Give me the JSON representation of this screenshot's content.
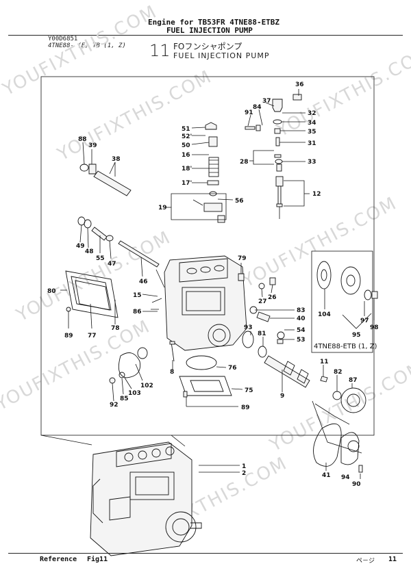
{
  "header": {
    "line1": "Engine for TB53FR  4TNE88-ETBZ",
    "line2": "FUEL INJECTION PUMP",
    "catalog_code": "Y00D6851",
    "model_variant": "4TNE88- (E) TB (1, Z)",
    "section_number": "11",
    "section_title_jp": "FOフンシャポンプ",
    "section_title_en": "FUEL INJECTION PUMP"
  },
  "callouts": [
    {
      "id": "36",
      "label": "36"
    },
    {
      "id": "37",
      "label": "37"
    },
    {
      "id": "84",
      "label": "84"
    },
    {
      "id": "91",
      "label": "91"
    },
    {
      "id": "32",
      "label": "32"
    },
    {
      "id": "34",
      "label": "34"
    },
    {
      "id": "35",
      "label": "35"
    },
    {
      "id": "31",
      "label": "31"
    },
    {
      "id": "28",
      "label": "28"
    },
    {
      "id": "33",
      "label": "33"
    },
    {
      "id": "12",
      "label": "12"
    },
    {
      "id": "51",
      "label": "51"
    },
    {
      "id": "52",
      "label": "52'"
    },
    {
      "id": "50",
      "label": "50"
    },
    {
      "id": "16",
      "label": "16"
    },
    {
      "id": "18",
      "label": "18'"
    },
    {
      "id": "17",
      "label": "17'"
    },
    {
      "id": "56",
      "label": "56"
    },
    {
      "id": "19",
      "label": "19"
    },
    {
      "id": "88",
      "label": "88"
    },
    {
      "id": "39",
      "label": "39"
    },
    {
      "id": "38",
      "label": "38"
    },
    {
      "id": "49",
      "label": "49"
    },
    {
      "id": "48",
      "label": "48"
    },
    {
      "id": "55",
      "label": "55"
    },
    {
      "id": "47",
      "label": "47"
    },
    {
      "id": "46",
      "label": "46"
    },
    {
      "id": "80",
      "label": "80"
    },
    {
      "id": "15",
      "label": "15"
    },
    {
      "id": "86",
      "label": "86"
    },
    {
      "id": "89a",
      "label": "89"
    },
    {
      "id": "77",
      "label": "77"
    },
    {
      "id": "78",
      "label": "78"
    },
    {
      "id": "79",
      "label": "79"
    },
    {
      "id": "27",
      "label": "27"
    },
    {
      "id": "26",
      "label": "26"
    },
    {
      "id": "83",
      "label": "83"
    },
    {
      "id": "40",
      "label": "40"
    },
    {
      "id": "93",
      "label": "93"
    },
    {
      "id": "54",
      "label": "54"
    },
    {
      "id": "81",
      "label": "81"
    },
    {
      "id": "53",
      "label": "53"
    },
    {
      "id": "104",
      "label": "104"
    },
    {
      "id": "97",
      "label": "97"
    },
    {
      "id": "98",
      "label": "98"
    },
    {
      "id": "95",
      "label": "95"
    },
    {
      "id": "8",
      "label": "8"
    },
    {
      "id": "76",
      "label": "76"
    },
    {
      "id": "75",
      "label": "75"
    },
    {
      "id": "89b",
      "label": "89"
    },
    {
      "id": "102",
      "label": "102"
    },
    {
      "id": "103",
      "label": "103"
    },
    {
      "id": "85",
      "label": "85"
    },
    {
      "id": "92",
      "label": "92"
    },
    {
      "id": "11",
      "label": "11"
    },
    {
      "id": "82",
      "label": "82"
    },
    {
      "id": "87",
      "label": "87"
    },
    {
      "id": "9",
      "label": "9"
    },
    {
      "id": "1",
      "label": "1"
    },
    {
      "id": "2",
      "label": "2"
    },
    {
      "id": "41",
      "label": "41"
    },
    {
      "id": "94",
      "label": "94"
    },
    {
      "id": "90",
      "label": "90"
    }
  ],
  "inset_caption": "4TNE88-ETB (1, Z)",
  "watermark": "YOUFIXTHIS.COM",
  "footer": {
    "reference_label": "Reference",
    "figure_ref": "Fig11",
    "page_label": "ペ－ジ",
    "page_number": "11"
  }
}
